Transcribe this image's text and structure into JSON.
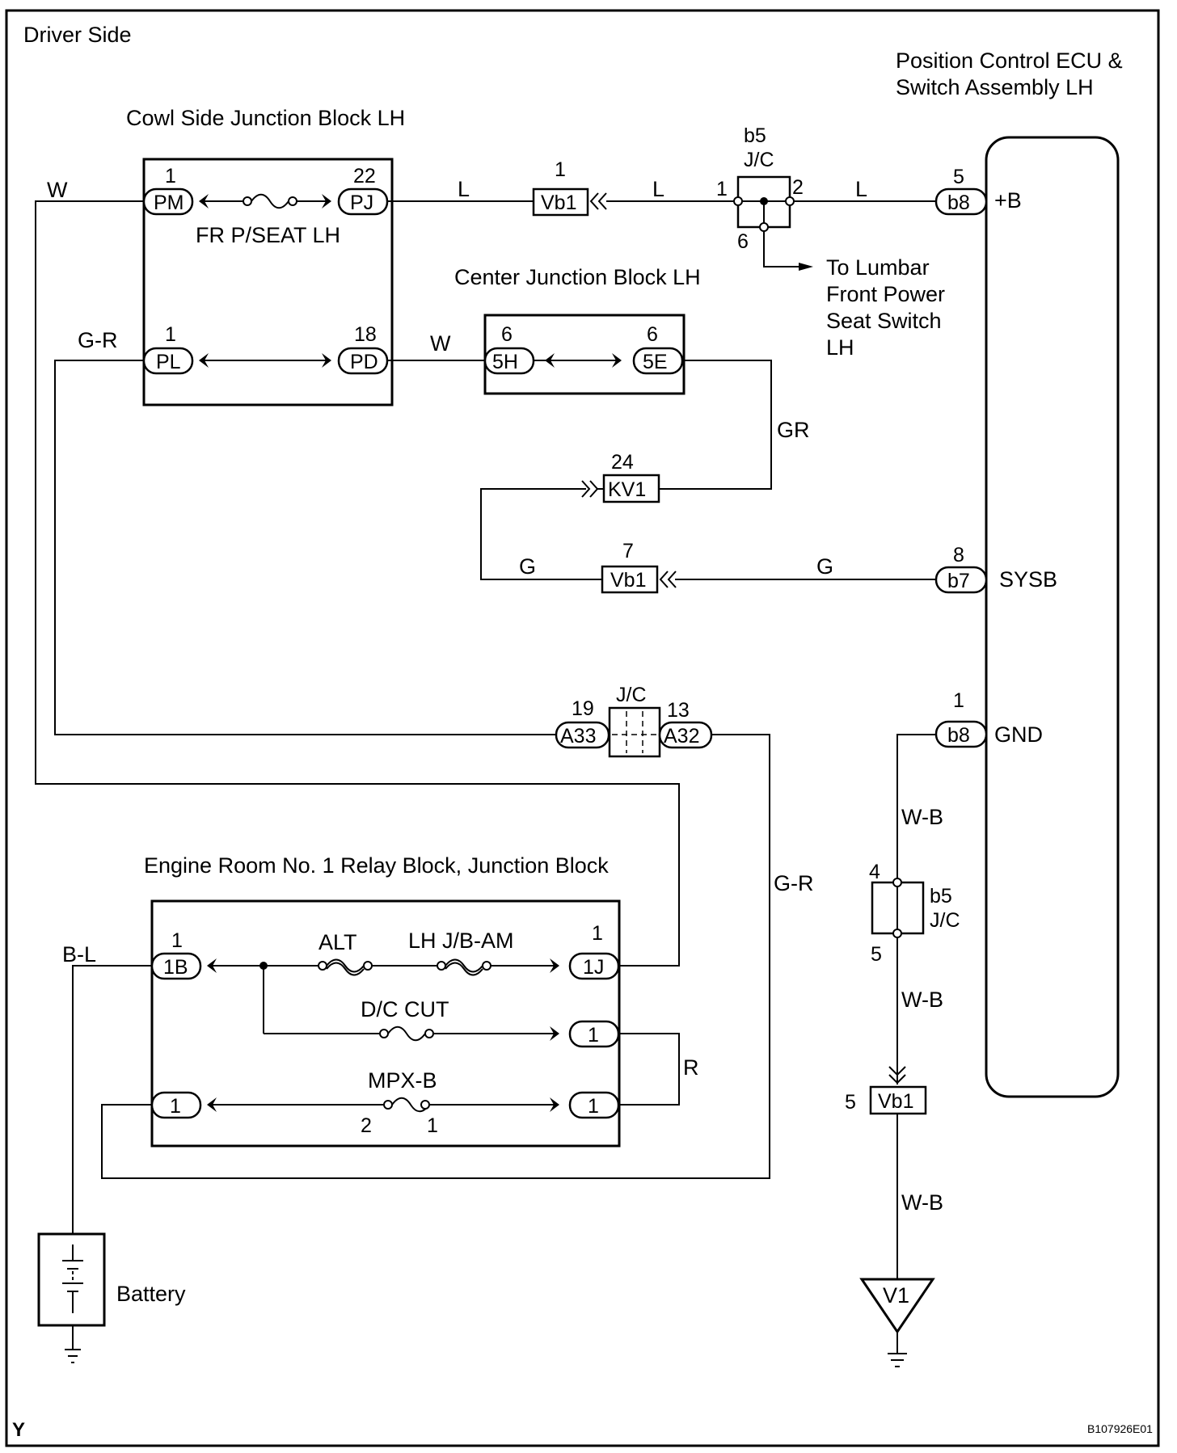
{
  "header": {
    "driver_side": "Driver Side"
  },
  "ecu": {
    "title_line1": "Position Control ECU &",
    "title_line2": "Switch Assembly LH"
  },
  "cowl_jb": {
    "title": "Cowl Side Junction Block LH",
    "fuse": "FR P/SEAT LH",
    "pm": {
      "pin": "1",
      "name": "PM"
    },
    "pj": {
      "pin": "22",
      "name": "PJ"
    },
    "pl": {
      "pin": "1",
      "name": "PL"
    },
    "pd": {
      "pin": "18",
      "name": "PD"
    }
  },
  "center_jb": {
    "title": "Center Junction Block LH",
    "h5": {
      "pin": "6",
      "name": "5H"
    },
    "e5": {
      "pin": "6",
      "name": "5E"
    }
  },
  "jc_b5_top": {
    "name": "b5",
    "type": "J/C",
    "p1": "1",
    "p2": "2",
    "p6": "6"
  },
  "lumbar": {
    "line1": "To Lumbar",
    "line2": "Front Power",
    "line3": "Seat Switch",
    "line4": "LH"
  },
  "connectors": {
    "vb1_top": {
      "pin": "1",
      "name": "Vb1"
    },
    "kv1": {
      "pin": "24",
      "name": "KV1"
    },
    "vb1_mid": {
      "pin": "7",
      "name": "Vb1"
    },
    "a33": {
      "pin": "19",
      "name": "A33"
    },
    "a32": {
      "pin": "13",
      "name": "A32"
    },
    "jc_mid": "J/C",
    "b8_top": {
      "pin": "5",
      "name": "b8",
      "terminal": "+B"
    },
    "b7": {
      "pin": "8",
      "name": "b7",
      "terminal": "SYSB"
    },
    "b8_gnd": {
      "pin": "1",
      "name": "b8",
      "terminal": "GND"
    },
    "vb1_bot": {
      "pin": "5",
      "name": "Vb1"
    }
  },
  "jc_b5_bot": {
    "name": "b5",
    "type": "J/C",
    "p4": "4",
    "p5": "5"
  },
  "wires": {
    "w1": "W",
    "l1": "L",
    "l2": "L",
    "l3": "L",
    "gr1": "G-R",
    "w2": "W",
    "gr2": "GR",
    "g1": "G",
    "g2": "G",
    "gr3": "G-R",
    "bl": "B-L",
    "r": "R",
    "wb1": "W-B",
    "wb2": "W-B",
    "wb3": "W-B"
  },
  "engine_room": {
    "title": "Engine Room No. 1 Relay Block, Junction Block",
    "alt": "ALT",
    "lh_jb_am": "LH J/B-AM",
    "dc_cut": "D/C CUT",
    "mpxb": "MPX-B",
    "c1b": {
      "pin": "1",
      "name": "1B"
    },
    "c1j": {
      "pin": "1",
      "name": "1J"
    },
    "c_dc": {
      "name": "1"
    },
    "c_mpx_l": {
      "name": "1"
    },
    "c_mpx_r": {
      "name": "1"
    },
    "mpx_pin2": "2",
    "mpx_pin1": "1"
  },
  "battery": "Battery",
  "ground_v1": "V1",
  "footer": {
    "left": "Y",
    "code": "B107926E01"
  }
}
